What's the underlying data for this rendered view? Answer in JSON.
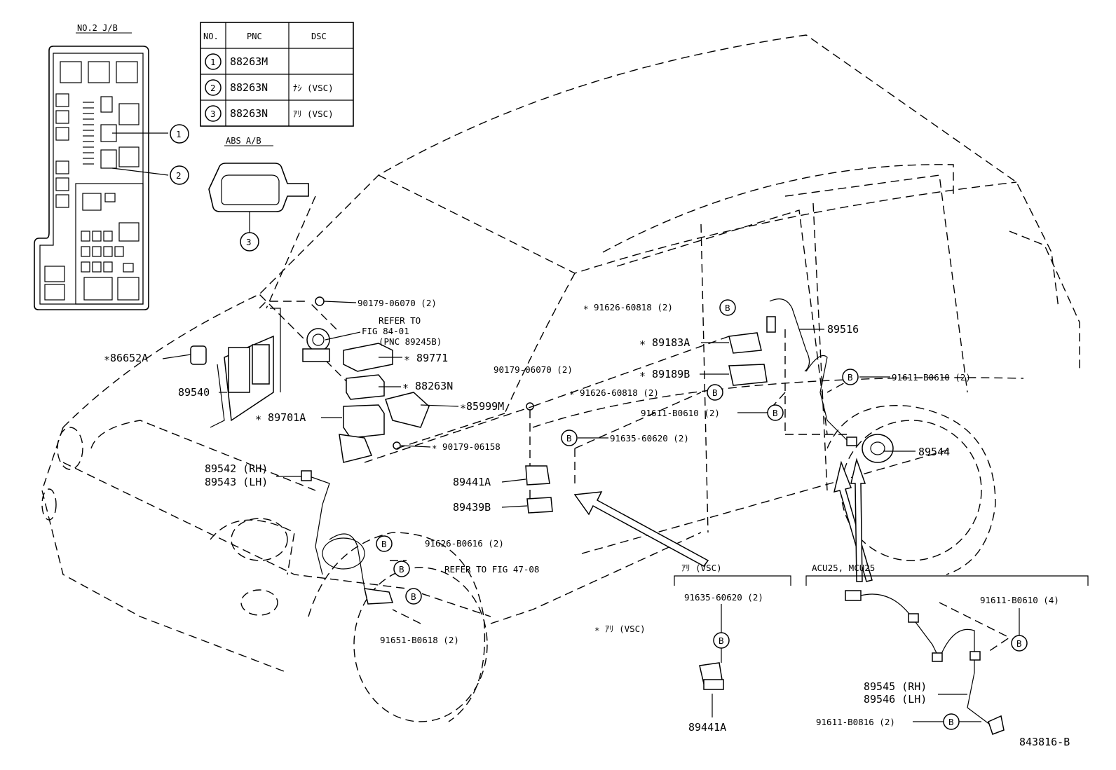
{
  "jb": {
    "title": "NO.2 J/B"
  },
  "abs": {
    "title": "ABS A/B"
  },
  "table": {
    "headers": [
      "NO.",
      "PNC",
      "DSC"
    ],
    "rows": [
      {
        "no": "1",
        "pnc": "88263M",
        "dsc": ""
      },
      {
        "no": "2",
        "pnc": "88263N",
        "dsc": "ﾅｼ (VSC)"
      },
      {
        "no": "3",
        "pnc": "88263N",
        "dsc": "ｱﾘ (VSC)"
      }
    ]
  },
  "callouts": {
    "c1": "1",
    "c2": "2",
    "c3": "3"
  },
  "bolt_marker": "B",
  "labels": {
    "p90179_06070_a": "90179-06070 (2)",
    "refer_84": "REFER TO",
    "refer_84b": "FIG 84-01",
    "refer_84c": "(PNC 89245B)",
    "p86652A": "∗86652A",
    "p89771": "∗ 89771",
    "p89540": "89540",
    "p88263N": "∗ 88263N",
    "p85999M": "∗85999M",
    "p89701A": "∗ 89701A",
    "p90179_06158": "∗ 90179-06158",
    "p89542": "89542 (RH)",
    "p89543": "89543 (LH)",
    "p91626_B0616": "91626-B0616 (2)",
    "refer_47": "REFER TO FIG 47-08",
    "p91651_B0618": "91651-B0618 (2)",
    "p90179_06070_b": "90179-06070 (2)",
    "p89441A": "89441A",
    "p89439B": "89439B",
    "p91626_60818_a": "∗ 91626-60818 (2)",
    "p89183A": "∗ 89183A",
    "p89189B": "∗ 89189B",
    "p91626_60818_b": "∗ 91626-60818 (2)",
    "p91611_B0610_a": "91611-B0610 (2)",
    "p91635_60620_a": "91635-60620 (2)",
    "p89516": "89516",
    "p91611_B0610_b": "91611-B0610 (2)",
    "p89544": "89544",
    "note_vsc": "∗ ｱﾘ (VSC)",
    "vsc_title": "ｱﾘ (VSC)",
    "p91635_60620_b": "91635-60620 (2)",
    "p89441A_b": "89441A",
    "acu_title": "ACU25, MCU25",
    "p91611_B0610_c": "91611-B0610 (4)",
    "p89545": "89545 (RH)",
    "p89546": "89546 (LH)",
    "p91611_B0816": "91611-B0816 (2)",
    "fig_id": "843816-B"
  }
}
